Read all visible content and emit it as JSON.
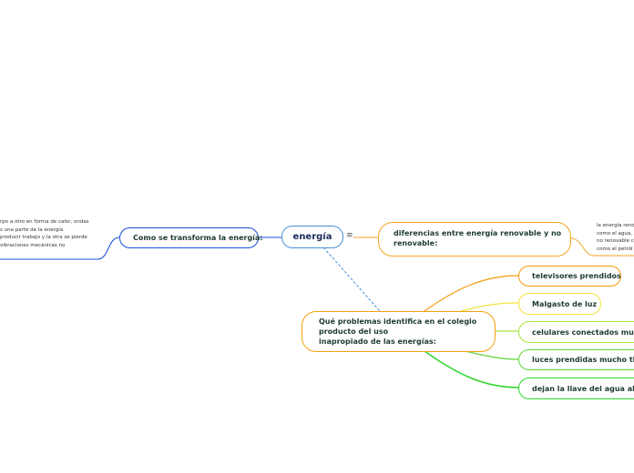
{
  "central": {
    "label": "energía",
    "menu_icon": "≡",
    "color": "#4a8fd6"
  },
  "left_branch": {
    "label": "Como se transforma la energía:",
    "color": "#1a4fd8",
    "note": [
      "rpo a otro en forma de calor, ondas",
      "s una parte de la energía",
      "producir trabajo y la otra se pierde",
      "vibraciones mecánicas no"
    ]
  },
  "right_branch": {
    "label_lines": [
      "diferencias entre energía renovable y no",
      "renovable:"
    ],
    "color": "#f5a623",
    "note": [
      "la energía reno",
      "como el agua,",
      "no renovable c",
      "como el petról"
    ]
  },
  "bottom_branch": {
    "label_lines": [
      "Qué problemas identifica en el colegio",
      "producto del uso",
      "inapropiado de las energías:"
    ],
    "color": "#f5a00e",
    "children": [
      {
        "label": "televisores prendidos",
        "color": "#f59a0e"
      },
      {
        "label": "Malgasto de luz",
        "color": "#f2e43a"
      },
      {
        "label": "celulares conectados mucho",
        "color": "#a8e23a"
      },
      {
        "label": "luces prendidas mucho tiem",
        "color": "#5fd63a"
      },
      {
        "label": "dejan la llave del agua abier",
        "color": "#2fd62f"
      }
    ]
  }
}
